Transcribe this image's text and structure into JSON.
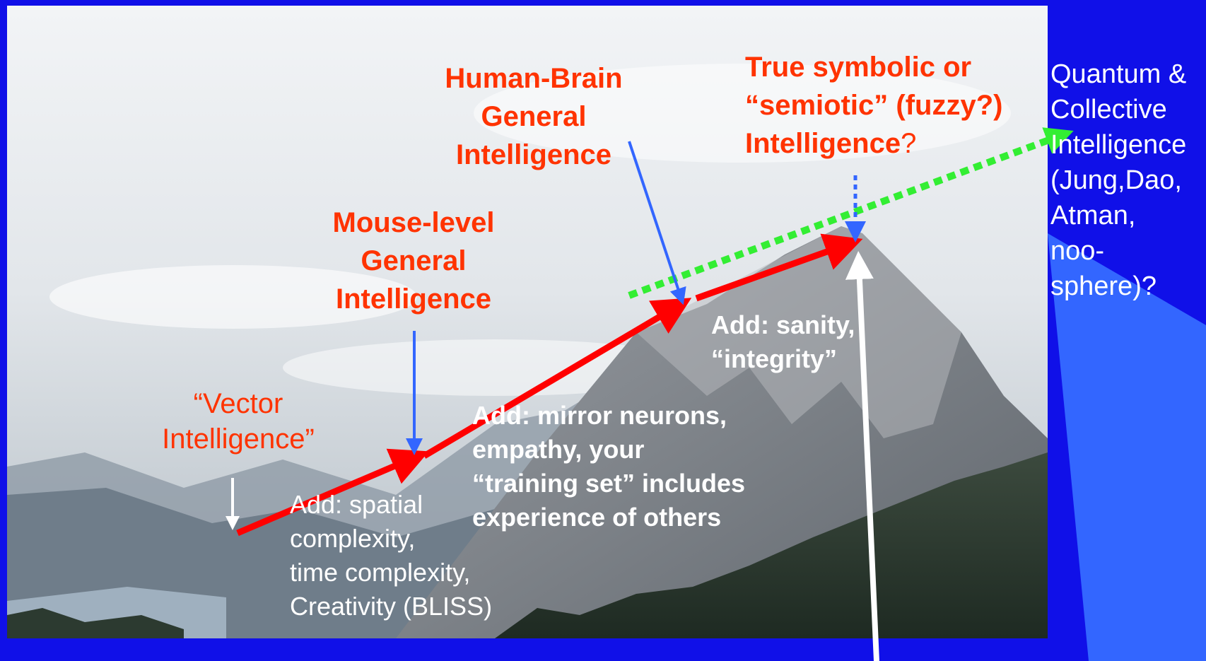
{
  "labels": {
    "human_brain": [
      "Human-Brain",
      "General",
      "Intelligence"
    ],
    "true_symbolic": [
      "True symbolic or",
      "“semiotic” (fuzzy?)"
    ],
    "true_symbolic_last": "Intelligence",
    "true_symbolic_q": "?",
    "mouse_level": [
      "Mouse-level",
      "General",
      "Intelligence"
    ],
    "vector": [
      "“Vector",
      "Intelligence”"
    ],
    "add_spatial": [
      "Add: spatial",
      "complexity,",
      "time complexity,",
      "Creativity (BLISS)"
    ],
    "add_mirror": [
      "Add: mirror neurons,",
      "empathy, your",
      "“training set” includes",
      "experience of others"
    ],
    "add_sanity": [
      "Add: sanity,",
      "“integrity”"
    ],
    "quantum": [
      "Quantum &",
      "Collective",
      "Intelligence",
      "(Jung,Dao,",
      "Atman,",
      "noo-",
      "sphere)?"
    ]
  },
  "colors": {
    "background": "#1010e8",
    "label_red": "#ff3300",
    "arrow_red": "#ff0000",
    "arrow_blue": "#3366ff",
    "arrow_green": "#33ee33",
    "text_white": "#ffffff"
  }
}
